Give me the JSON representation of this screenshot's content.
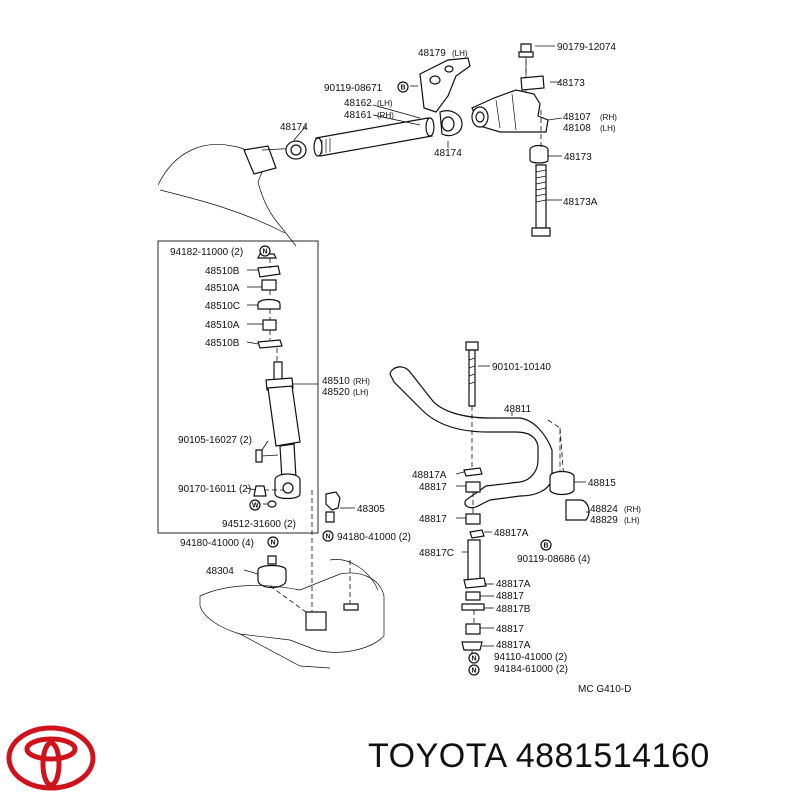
{
  "diagram": {
    "upper_labels": {
      "p48179": "48179",
      "p48179_side": "(LH)",
      "p90179": "90179-12074",
      "p90119_08671": "90119-08671",
      "sym_b1": "B",
      "p48173_top": "48173",
      "p48162": "48162",
      "p48162_side": "(LH)",
      "p48161": "48161",
      "p48161_side": "(RH)",
      "p48174_left": "48174",
      "p48107": "48107",
      "p48107_side": "(RH)",
      "p48108": "48108",
      "p48108_side": "(LH)",
      "p48174_mid": "48174",
      "p48173_mid": "48173",
      "p48173A": "48173A"
    },
    "shock_labels": {
      "p94182": "94182-11000 (2)",
      "sym_n1": "N",
      "p48510B_1": "48510B",
      "p48510A_1": "48510A",
      "p48510C": "48510C",
      "p48510A_2": "48510A",
      "p48510B_2": "48510B",
      "p48510": "48510",
      "p48510_side": "(RH)",
      "p48520": "48520",
      "p48520_side": "(LH)",
      "p90105": "90105-16027 (2)",
      "p90170": "90170-16011 (2)",
      "p94512": "94512-31600 (2)",
      "sym_w": "W",
      "p48305": "48305",
      "p94180_a": "94180-41000 (2)",
      "sym_n2": "N",
      "p94180_b": "94180-41000 (4)",
      "sym_n3": "N",
      "p48304": "48304"
    },
    "stabilizer_labels": {
      "p90101": "90101-10140",
      "p48811": "48811",
      "p48817A_1": "48817A",
      "p48817_1": "48817",
      "p48815": "48815",
      "p48824": "48824",
      "p48824_side": "(RH)",
      "p48829": "48829",
      "p48829_side": "(LH)",
      "p48817_2": "48817",
      "p48817A_2": "48817A",
      "p48817C": "48817C",
      "sym_b2": "B",
      "p90119_08686": "90119-08686 (4)",
      "p48817A_3": "48817A",
      "p48817_3": "48817",
      "p48817B": "48817B",
      "p48817_4": "48817",
      "p48817A_4": "48817A",
      "sym_n4": "N",
      "p94110": "94110-41000 (2)",
      "sym_n5": "N",
      "p94184": "94184-61000 (2)",
      "code": "MC G410-D"
    }
  },
  "footer": {
    "brand_text": "TOYOTA 4881514160",
    "logo_name": "toyota-logo",
    "logo_color": "#d0121b"
  }
}
